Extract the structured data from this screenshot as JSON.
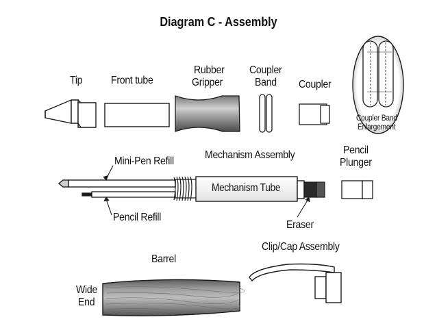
{
  "title": "Diagram C - Assembly",
  "labels": {
    "tip": "Tip",
    "front_tube": "Front tube",
    "rubber_gripper_1": "Rubber",
    "rubber_gripper_2": "Gripper",
    "coupler_band_1": "Coupler",
    "coupler_band_2": "Band",
    "coupler": "Coupler",
    "enlargement_1": "Coupler Band",
    "enlargement_2": "Enlargement",
    "mini_pen_refill": "Mini-Pen Refill",
    "mechanism_assembly": "Mechanism Assembly",
    "pencil_plunger_1": "Pencil",
    "pencil_plunger_2": "Plunger",
    "mechanism_tube": "Mechanism Tube",
    "pencil_refill": "Pencil Refill",
    "eraser": "Eraser",
    "barrel": "Barrel",
    "clip_cap": "Clip/Cap Assembly",
    "wide_1": "Wide",
    "wide_2": "End"
  },
  "colors": {
    "outline": "#1a1a1a",
    "metal_dark": "#6f6f6f",
    "metal_light": "#d9d9d9",
    "eraser": "#2b2b2b",
    "wood": "#8a8a8a"
  }
}
